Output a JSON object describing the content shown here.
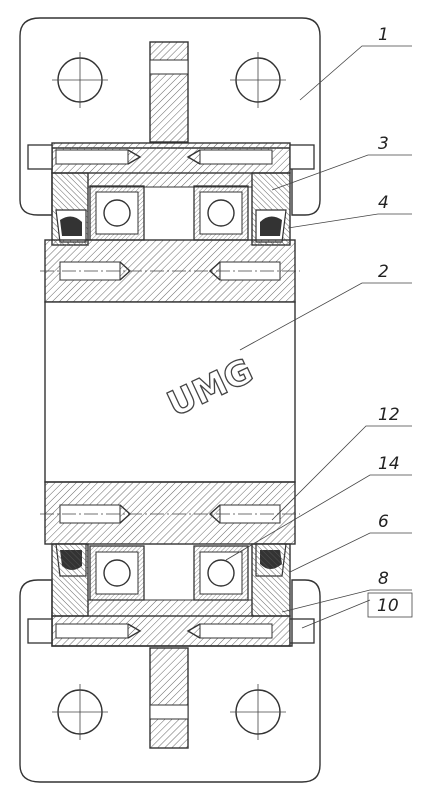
{
  "callouts": {
    "c1": "1",
    "c3": "3",
    "c4": "4",
    "c2": "2",
    "c12": "12",
    "c14": "14",
    "c6": "6",
    "c8": "8",
    "c10": "10"
  },
  "watermark": "UMG"
}
